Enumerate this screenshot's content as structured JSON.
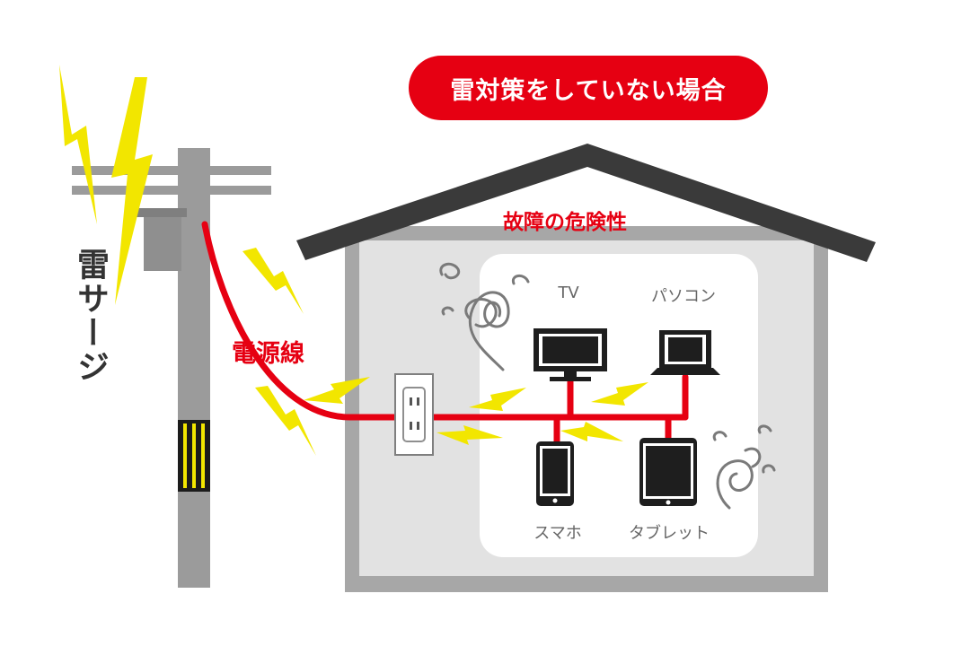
{
  "banner": {
    "title": "雷対策をしていない場合"
  },
  "labels": {
    "danger": "故障の危険性",
    "power_cable": "電源線",
    "lightning_surge": "雷サージ"
  },
  "devices": {
    "tv": "TV",
    "pc": "パソコン",
    "smartphone": "スマホ",
    "tablet": "タブレット"
  },
  "colors": {
    "accent_red": "#e60012",
    "lightning_yellow": "#f2e600",
    "roof": "#3a3a3a",
    "house_wall": "#a7a7a7",
    "house_inner": "#e2e2e2",
    "pole": "#9b9b9b",
    "device": "#1e1e1e"
  },
  "icons": [
    "lightning-bolt-icon",
    "power-outlet-icon",
    "tv-icon",
    "laptop-icon",
    "smartphone-icon",
    "tablet-icon",
    "smoke-swirl-icon",
    "utility-pole-icon"
  ]
}
